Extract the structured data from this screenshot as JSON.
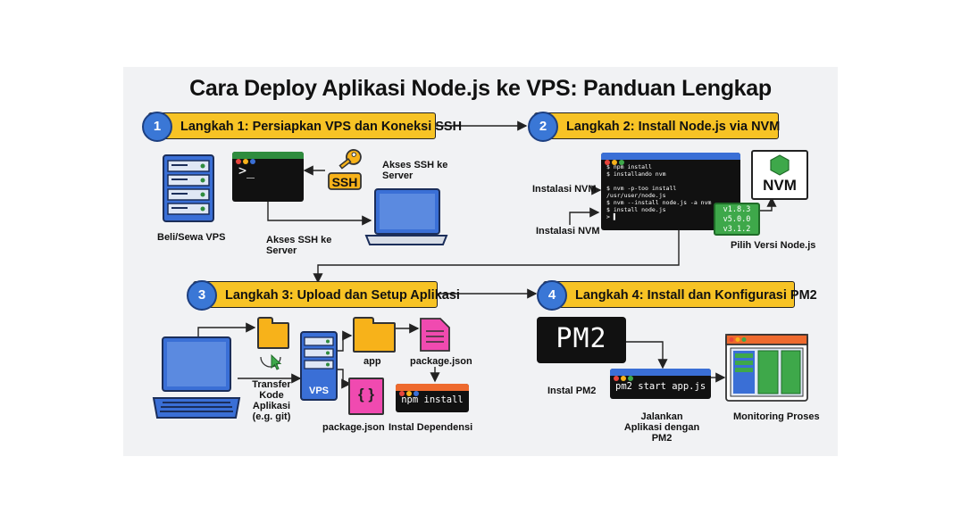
{
  "title": "Cara Deploy Aplikasi Node.js ke VPS: Panduan Lengkap",
  "steps": [
    {
      "num": "1",
      "label": "Langkah 1: Persiapkan VPS dan Koneksi SSH"
    },
    {
      "num": "2",
      "label": "Langkah 2: Install Node.js via NVM"
    },
    {
      "num": "3",
      "label": "Langkah 3: Upload dan Setup Aplikasi"
    },
    {
      "num": "4",
      "label": "Langkah 4: Install dan Konfigurasi PM2"
    }
  ],
  "step1": {
    "server_label": "Beli/Sewa VPS",
    "prompt": ">_",
    "key_text": "SSH",
    "ssh_label_top": "Akses SSH ke Server",
    "ssh_label_bottom": "Akses SSH ke Server"
  },
  "step2": {
    "terminal_lines": [
      "$ npm install",
      "$ installando nvm",
      "",
      "$ nvm -p-too install /usr/user/node.js",
      "",
      "$ nvm --install node.js -a nvm",
      "$ install node.js",
      "> ▌"
    ],
    "label_nvm_1": "Instalasi NVM",
    "label_nvm_2": "Instalasi NVM",
    "nvm_logo": "NVM",
    "versions": [
      "v1.8.3",
      "v5.0.0",
      "v3.1.2"
    ],
    "version_label": "Pilih Versi Node.js"
  },
  "step3": {
    "transfer_label": "Transfer Kode Aplikasi (e.g. git)",
    "vps_label": "VPS",
    "app_label": "app",
    "pkg_label_right": "package.json",
    "pkg_label_bottom": "package.json",
    "npm_cmd": "npm install",
    "deps_label": "Instal Dependensi"
  },
  "step4": {
    "pm2_logo": "PM2",
    "pm2_label": "Instal PM2",
    "cmd": "pm2 start app.js",
    "run_label": "Jalankan Aplikasi dengan PM2",
    "monitor_label": "Monitoring Proses"
  },
  "colors": {
    "step_bg": "#f7c325",
    "step_num": "#3a77d6",
    "terminal_bar": "#2f8c3e",
    "folder": "#f7b21a",
    "file": "#f04ab0",
    "nvm_green": "#3ea84a"
  }
}
